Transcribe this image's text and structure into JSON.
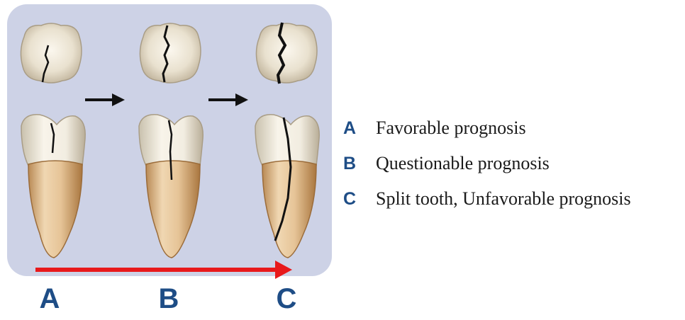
{
  "stages": [
    {
      "letter": "A"
    },
    {
      "letter": "B"
    },
    {
      "letter": "C"
    }
  ],
  "legend": [
    {
      "letter": "A",
      "text": "Favorable prognosis"
    },
    {
      "letter": "B",
      "text": "Questionable prognosis"
    },
    {
      "letter": "C",
      "text": "Split tooth, Unfavorable prognosis"
    }
  ],
  "colors": {
    "panel": "#cdd2e6",
    "label": "#1e4d86",
    "progress_arrow": "#e8191b",
    "crack": "#111111"
  }
}
